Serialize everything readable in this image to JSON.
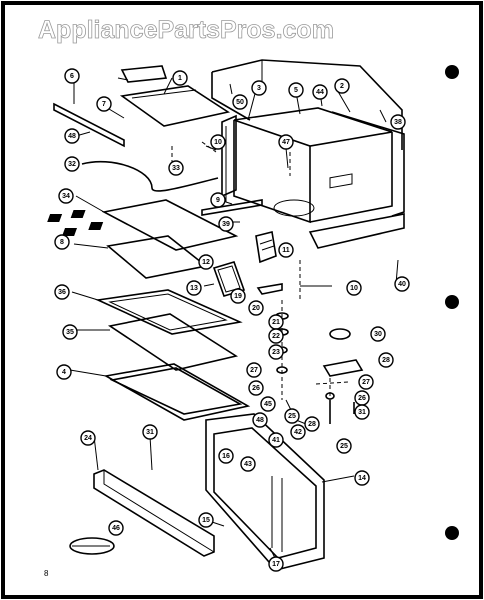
{
  "watermark": "AppliancePartsPros.com",
  "corner_label": "8",
  "callouts": [
    {
      "id": "c1",
      "label": "1"
    },
    {
      "id": "c2",
      "label": "2"
    },
    {
      "id": "c3",
      "label": "3"
    },
    {
      "id": "c4",
      "label": "4"
    },
    {
      "id": "c5",
      "label": "5"
    },
    {
      "id": "c6",
      "label": "6"
    },
    {
      "id": "c7",
      "label": "7"
    },
    {
      "id": "c8",
      "label": "8"
    },
    {
      "id": "c9",
      "label": "9"
    },
    {
      "id": "c10a",
      "label": "10"
    },
    {
      "id": "c10b",
      "label": "10"
    },
    {
      "id": "c11",
      "label": "11"
    },
    {
      "id": "c12",
      "label": "12"
    },
    {
      "id": "c13",
      "label": "13"
    },
    {
      "id": "c14",
      "label": "14"
    },
    {
      "id": "c15",
      "label": "15"
    },
    {
      "id": "c16",
      "label": "16"
    },
    {
      "id": "c17",
      "label": "17"
    },
    {
      "id": "c19",
      "label": "19"
    },
    {
      "id": "c20",
      "label": "20"
    },
    {
      "id": "c21",
      "label": "21"
    },
    {
      "id": "c22",
      "label": "22"
    },
    {
      "id": "c23",
      "label": "23"
    },
    {
      "id": "c24",
      "label": "24"
    },
    {
      "id": "c25a",
      "label": "25"
    },
    {
      "id": "c25b",
      "label": "25"
    },
    {
      "id": "c26a",
      "label": "26"
    },
    {
      "id": "c26b",
      "label": "26"
    },
    {
      "id": "c27a",
      "label": "27"
    },
    {
      "id": "c27b",
      "label": "27"
    },
    {
      "id": "c28a",
      "label": "28"
    },
    {
      "id": "c28b",
      "label": "28"
    },
    {
      "id": "c30",
      "label": "30"
    },
    {
      "id": "c31a",
      "label": "31"
    },
    {
      "id": "c31b",
      "label": "31"
    },
    {
      "id": "c32",
      "label": "32"
    },
    {
      "id": "c33",
      "label": "33"
    },
    {
      "id": "c34",
      "label": "34"
    },
    {
      "id": "c35",
      "label": "35"
    },
    {
      "id": "c36",
      "label": "36"
    },
    {
      "id": "c38",
      "label": "38"
    },
    {
      "id": "c39",
      "label": "39"
    },
    {
      "id": "c40",
      "label": "40"
    },
    {
      "id": "c41",
      "label": "41"
    },
    {
      "id": "c42",
      "label": "42"
    },
    {
      "id": "c43",
      "label": "43"
    },
    {
      "id": "c44",
      "label": "44"
    },
    {
      "id": "c45",
      "label": "45"
    },
    {
      "id": "c46",
      "label": "46"
    },
    {
      "id": "c47",
      "label": "47"
    },
    {
      "id": "c48a",
      "label": "48"
    },
    {
      "id": "c48b",
      "label": "48"
    },
    {
      "id": "c50",
      "label": "50"
    }
  ]
}
